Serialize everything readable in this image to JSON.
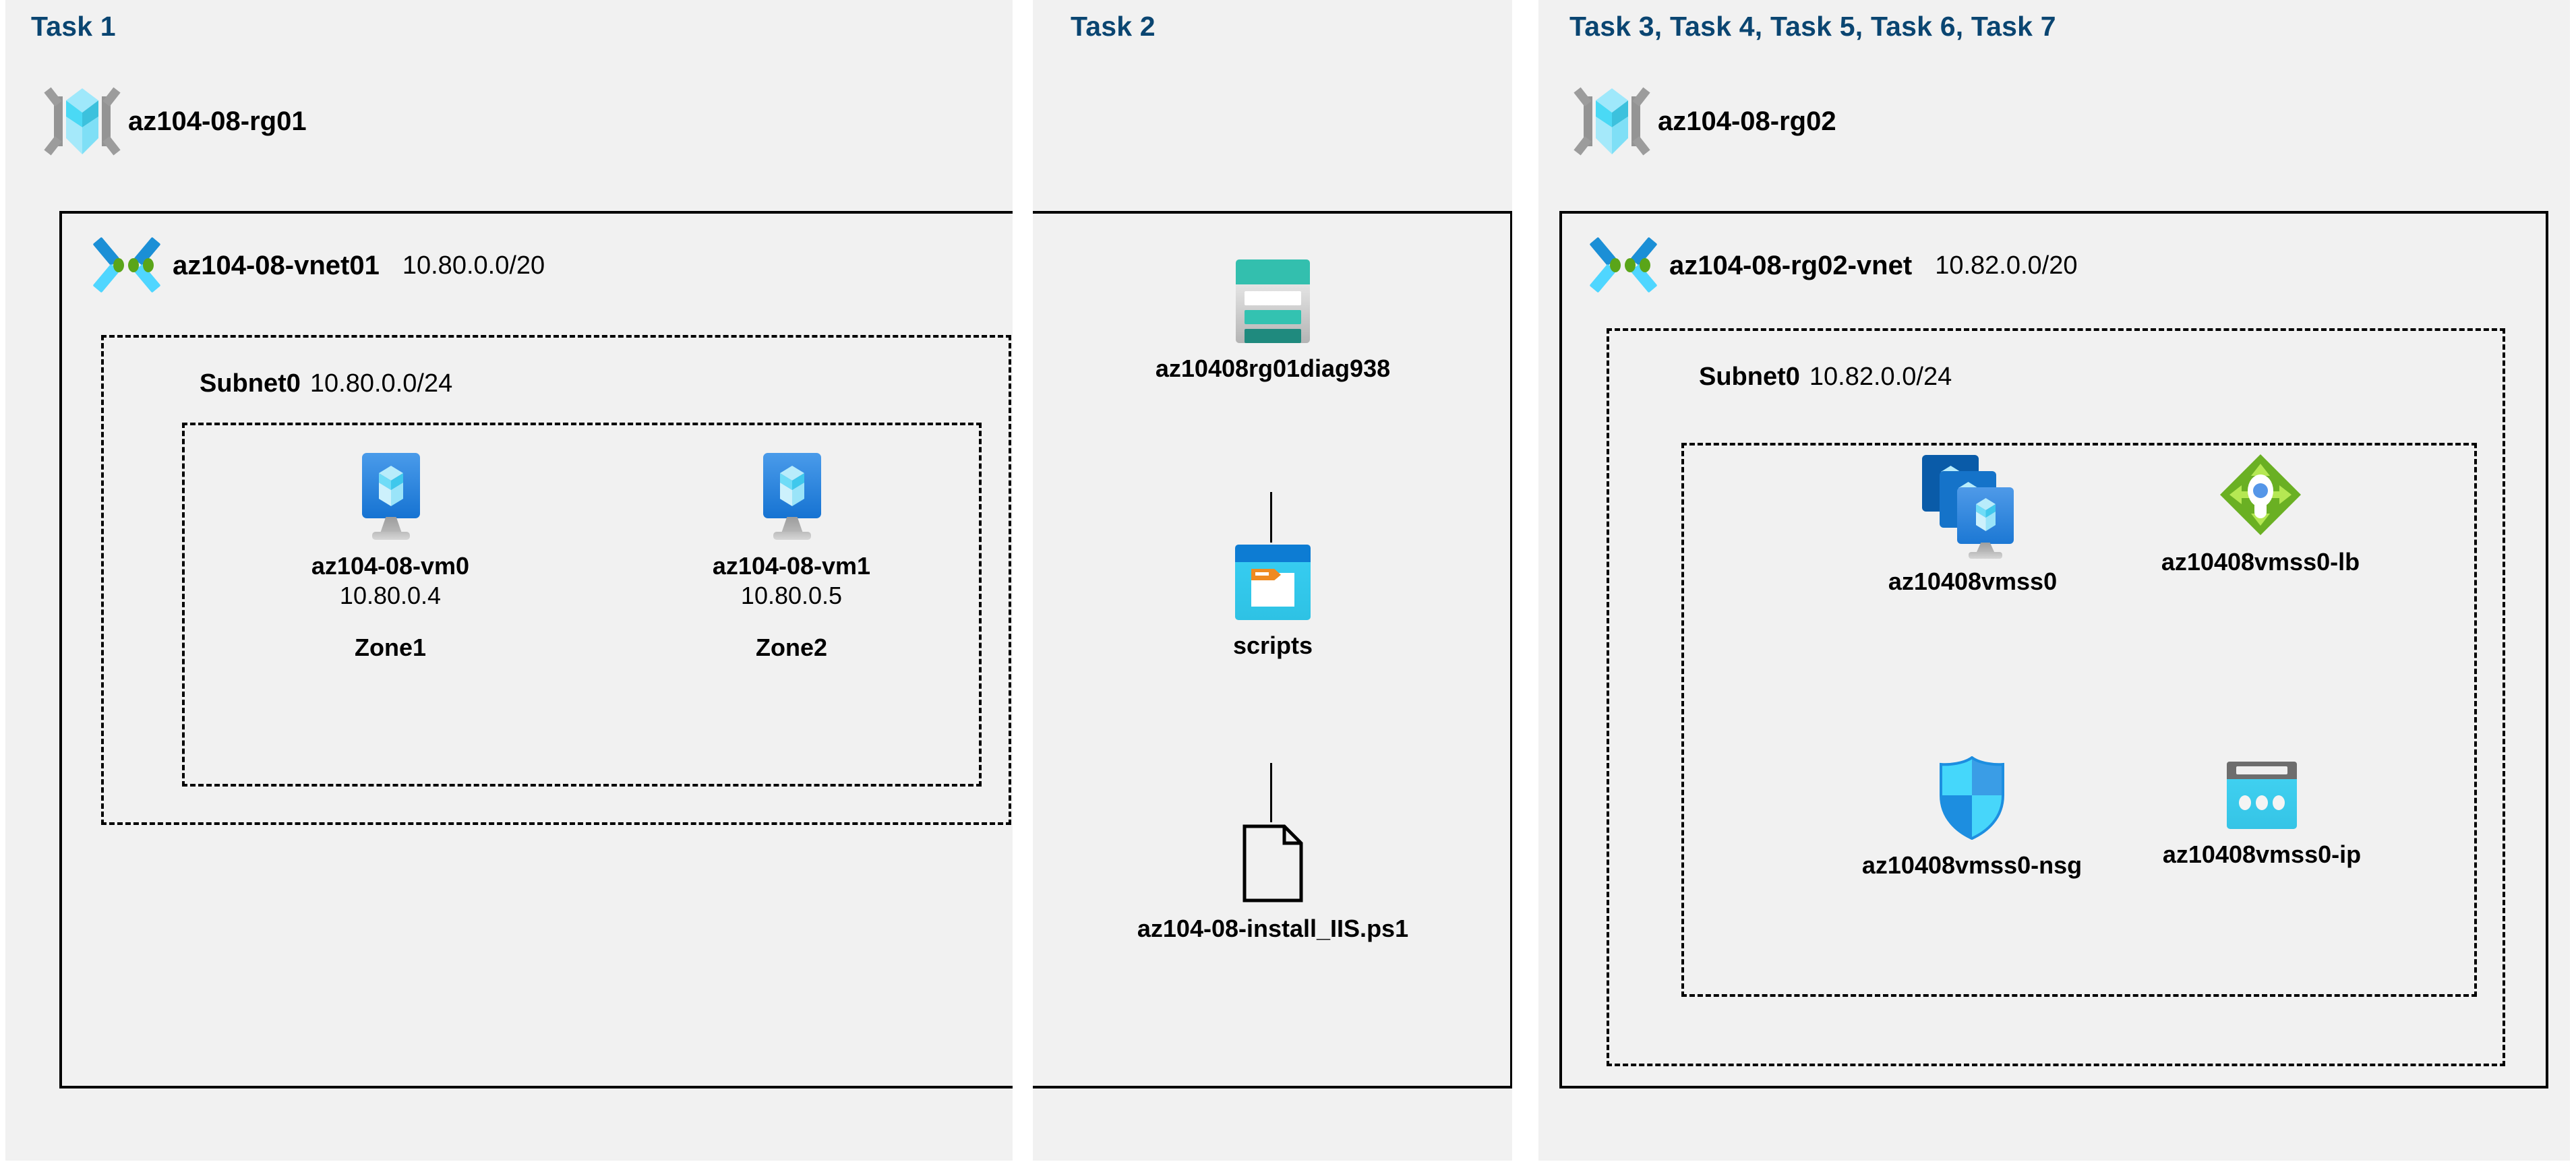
{
  "tasks": {
    "task1_heading": "Task 1",
    "task2_heading": "Task 2",
    "task37_heading": "Task 3, Task 4, Task 5, Task 6, Task 7"
  },
  "colors": {
    "task_heading": "#0a4571",
    "panel_background": "#f1f1f1",
    "page_background": "#ffffff",
    "border": "#000000",
    "azure_blue": "#1673d2",
    "storage_teal": "#33bfae",
    "container_blue": "#0d7cd3",
    "lb_green": "#6ab023",
    "nsg_cyan": "#38cdfa",
    "vnet_green_dot": "#5aa519"
  },
  "task1": {
    "resource_group": {
      "name": "az104-08-rg01",
      "icon": "resource-group-icon"
    },
    "vnet": {
      "name": "az104-08-vnet01",
      "cidr": "10.80.0.0/20",
      "icon": "virtual-network-icon"
    },
    "subnet": {
      "name": "Subnet0",
      "cidr": "10.80.0.0/24"
    },
    "vms": [
      {
        "name": "az104-08-vm0",
        "ip": "10.80.0.4",
        "zone": "Zone1",
        "icon": "virtual-machine-icon"
      },
      {
        "name": "az104-08-vm1",
        "ip": "10.80.0.5",
        "zone": "Zone2",
        "icon": "virtual-machine-icon"
      }
    ]
  },
  "task2": {
    "storage_account": {
      "name": "az10408rg01diag938",
      "icon": "storage-account-icon"
    },
    "container": {
      "name": "scripts",
      "icon": "blob-container-icon"
    },
    "script_file": {
      "name": "az104-08-install_IIS.ps1",
      "icon": "script-file-icon"
    }
  },
  "task37": {
    "resource_group": {
      "name": "az104-08-rg02",
      "icon": "resource-group-icon"
    },
    "vnet": {
      "name": "az104-08-rg02-vnet",
      "cidr": "10.82.0.0/20",
      "icon": "virtual-network-icon"
    },
    "subnet": {
      "name": "Subnet0",
      "cidr": "10.82.0.0/24"
    },
    "resources": [
      {
        "name": "az10408vmss0",
        "icon": "vm-scale-set-icon"
      },
      {
        "name": "az10408vmss0-lb",
        "icon": "load-balancer-icon"
      },
      {
        "name": "az10408vmss0-nsg",
        "icon": "network-security-group-icon"
      },
      {
        "name": "az10408vmss0-ip",
        "icon": "public-ip-address-icon"
      }
    ]
  }
}
